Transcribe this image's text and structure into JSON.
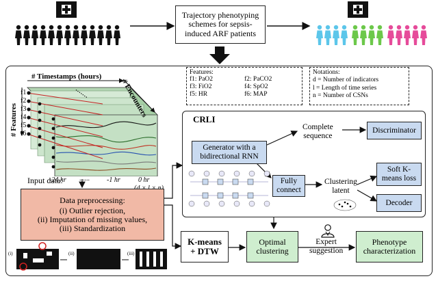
{
  "top": {
    "scheme_box": [
      "Trajectory phenotyping",
      "schemes for sepsis-",
      "induced ARF patients"
    ]
  },
  "cube": {
    "timestamps_label": "# Timestamps (hours)",
    "features_label": "# Features",
    "encounters_label": "# Encounters",
    "row_labels": [
      "f1",
      "f2",
      "f3",
      "f4",
      "f5",
      "f6"
    ],
    "axis_ticks": [
      "-24 hr",
      "-1 hr",
      "0 hr"
    ],
    "ellipsis_h": "......",
    "ellipsis_top": ".......",
    "dims": "(d × l × n)"
  },
  "features_box": {
    "title": "Features:",
    "items": [
      "f1: PaO2",
      "f2: PaCO2",
      "f3: FiO2",
      "f4: SpO2",
      "f5: HR",
      "f6: MAP"
    ]
  },
  "notations_box": {
    "title": "Notations:",
    "items": [
      "d = Number of indicators",
      "l = Length of time series",
      "n = Number of CSNs"
    ]
  },
  "input_label": "Input data:",
  "preprocessing": {
    "title": "Data preprocessing:",
    "steps": [
      "(i) Outlier rejection,",
      "(ii) Imputation of missing values,",
      "(iii) Standardization"
    ]
  },
  "strip_labels": [
    "(i)",
    "(ii)",
    "(iii)"
  ],
  "crli": {
    "title": "CRLI",
    "generator": [
      "Generator with a",
      "bidirectional RNN"
    ],
    "complete": [
      "Complete",
      "sequence"
    ],
    "discriminator": "Discriminator",
    "fully": [
      "Fully",
      "connect"
    ],
    "clustering": [
      "Clustering",
      "latent"
    ],
    "soft": [
      "Soft K-",
      "means loss"
    ],
    "decoder": "Decoder"
  },
  "kmeans": [
    "K-means",
    "+ DTW"
  ],
  "optimal": [
    "Optimal",
    "clustering"
  ],
  "expert": [
    "Expert",
    "suggestion"
  ],
  "phenotype": [
    "Phenotype",
    "characterization"
  ],
  "colors": {
    "blue": "#c9daf0",
    "green": "#cfeecf",
    "salmon": "#f1b9a6",
    "cube": "#c4e0c4"
  }
}
